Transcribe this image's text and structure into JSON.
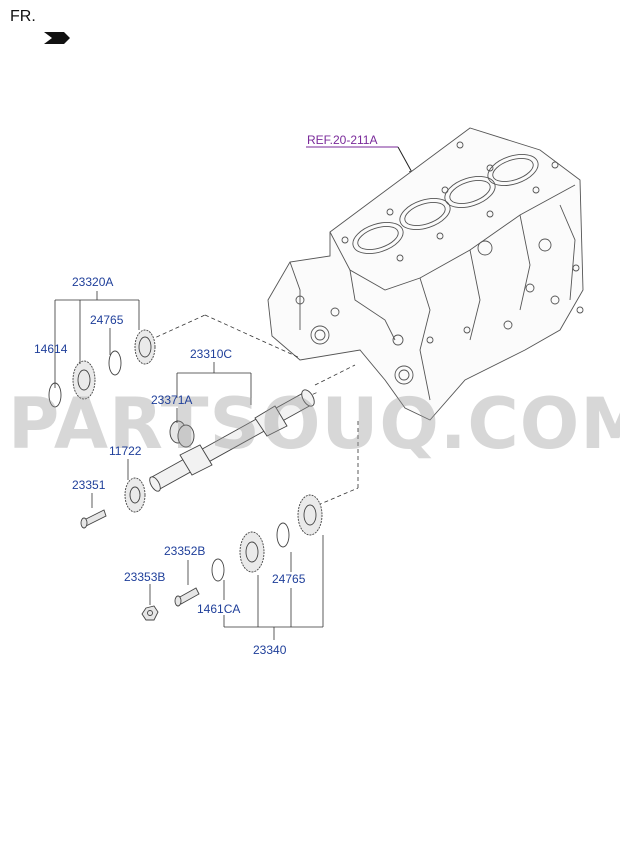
{
  "orientation": {
    "text": "FR."
  },
  "reference": {
    "text": "REF.20-211A"
  },
  "watermark": {
    "text": "PARTSOUQ.COM"
  },
  "colors": {
    "part_label": "#1f3f9a",
    "reference_label": "#7a2a9a",
    "line": "#222222"
  },
  "callouts": {
    "c23320a": "23320A",
    "c24765_top": "24765",
    "c14614": "14614",
    "c23310c": "23310C",
    "c23371a": "23371A",
    "c11722": "11722",
    "c23351": "23351",
    "c23352b": "23352B",
    "c23353b": "23353B",
    "c1461ca": "1461CA",
    "c24765_bottom": "24765",
    "c23340": "23340"
  }
}
